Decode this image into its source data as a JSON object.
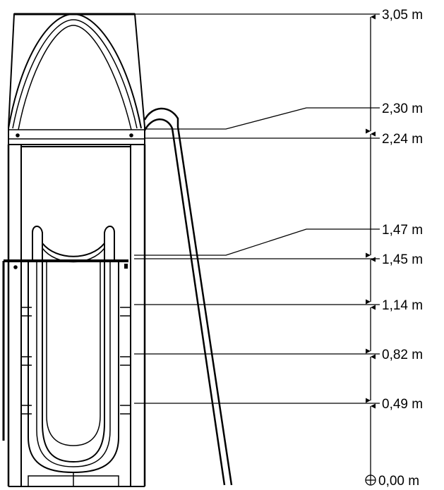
{
  "diagram": {
    "units": "m",
    "levels": [
      {
        "id": "l305",
        "label": "3,05 m",
        "value": 3.05
      },
      {
        "id": "l230",
        "label": "2,30 m",
        "value": 2.3
      },
      {
        "id": "l224",
        "label": "2,24 m",
        "value": 2.24
      },
      {
        "id": "l147",
        "label": "1,47 m",
        "value": 1.47
      },
      {
        "id": "l145",
        "label": "1,45 m",
        "value": 1.45
      },
      {
        "id": "l114",
        "label": "1,14 m",
        "value": 1.14
      },
      {
        "id": "l082",
        "label": "0,82 m",
        "value": 0.82
      },
      {
        "id": "l049",
        "label": "0,49 m",
        "value": 0.49
      },
      {
        "id": "l000",
        "label": "0,00 m",
        "value": 0.0
      }
    ]
  }
}
